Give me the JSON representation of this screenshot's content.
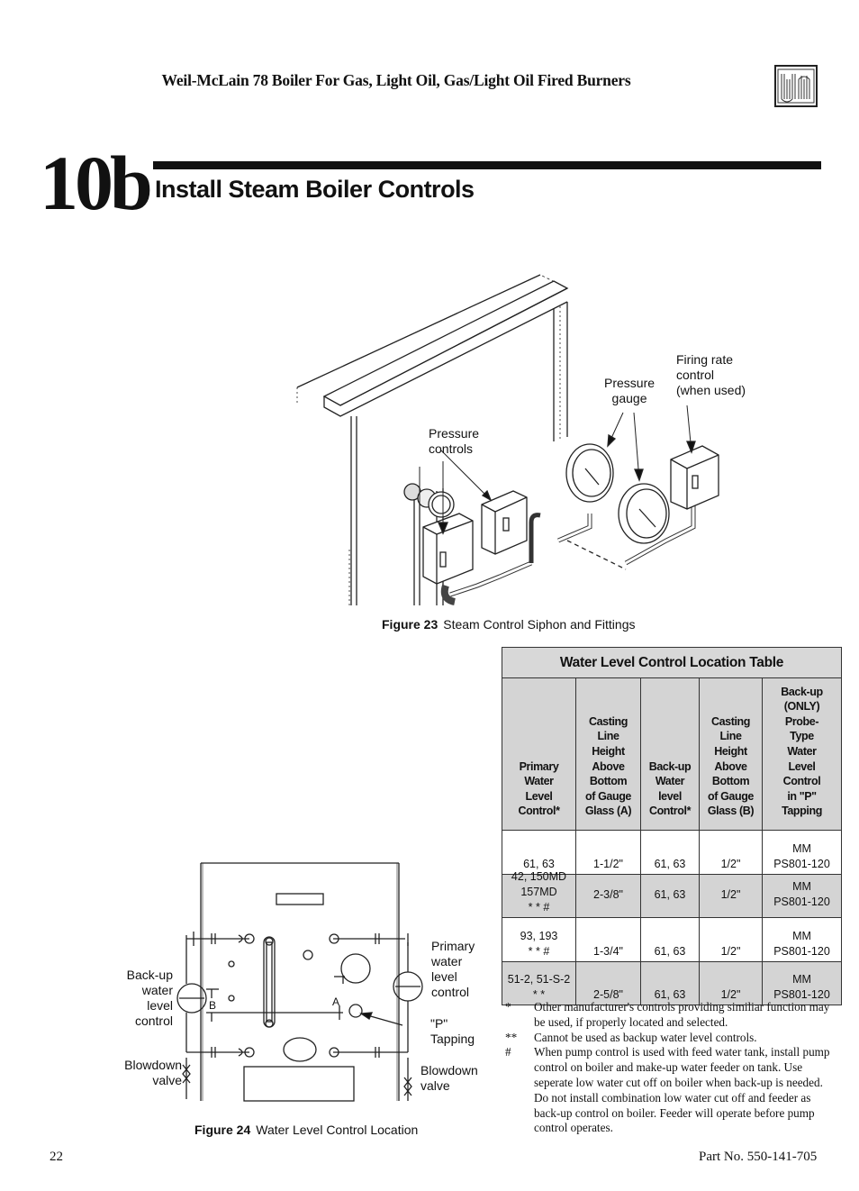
{
  "header": {
    "title": "Weil-McLain 78 Boiler For Gas, Light Oil, Gas/Light Oil Fired Burners"
  },
  "section": {
    "number": "10b",
    "title": "Install Steam Boiler Controls"
  },
  "figure23": {
    "label": "Figure 23",
    "caption": "Steam Control Siphon and Fittings",
    "callouts": {
      "pressure_controls": [
        "Pressure",
        "controls"
      ],
      "pressure_gauge": [
        "Pressure",
        "gauge"
      ],
      "firing_rate": [
        "Firing rate",
        "control",
        "(when used)"
      ]
    }
  },
  "figure24": {
    "label": "Figure 24",
    "caption": "Water Level Control Location",
    "callouts": {
      "backup_control": [
        "Back-up",
        "water",
        "level",
        "control"
      ],
      "primary_control": [
        "Primary",
        "water",
        "level",
        "control"
      ],
      "p_tapping": [
        "\"P\"",
        "Tapping"
      ],
      "blowdown_left": [
        "Blowdown",
        "valve"
      ],
      "blowdown_right": [
        "Blowdown",
        "valve"
      ],
      "letter_b": "B",
      "letter_a": "A"
    }
  },
  "table": {
    "title": "Water Level Control Location Table",
    "headers": [
      [
        "Primary",
        "Water",
        "Level",
        "Control*"
      ],
      [
        "Casting",
        "Line",
        "Height",
        "Above",
        "Bottom",
        "of Gauge",
        "Glass (A)"
      ],
      [
        "Back-up",
        "Water",
        "level",
        "Control*"
      ],
      [
        "Casting",
        "Line",
        "Height",
        "Above",
        "Bottom",
        "of Gauge",
        "Glass (B)"
      ],
      [
        "Back-up",
        "(ONLY)",
        "Probe-",
        "Type",
        "Water",
        "Level",
        "Control",
        "in \"P\"",
        "Tapping"
      ]
    ],
    "rows": [
      {
        "primary": "61, 63",
        "height_a": "1-1/2\"",
        "backup": "61, 63",
        "height_b": "1/2\"",
        "probe": "MM\nPS801-120",
        "shaded": false
      },
      {
        "primary": "42, 150MD\n157MD\n* * #",
        "height_a": "2-3/8\"",
        "backup": "61, 63",
        "height_b": "1/2\"",
        "probe": "MM\nPS801-120",
        "shaded": true
      },
      {
        "primary": "93, 193\n* * #",
        "height_a": "1-3/4\"",
        "backup": "61, 63",
        "height_b": "1/2\"",
        "probe": "MM\nPS801-120",
        "shaded": false
      },
      {
        "primary": "51-2, 51-S-2\n* *",
        "height_a": "2-5/8\"",
        "backup": "61, 63",
        "height_b": "1/2\"",
        "probe": "MM\nPS801-120",
        "shaded": true
      }
    ]
  },
  "notes": [
    {
      "mark": "*",
      "text": "Other manufacturer's controls providing similiar function may be used, if properly located and selected."
    },
    {
      "mark": "**",
      "text": "Cannot be used as backup water level controls."
    },
    {
      "mark": "#",
      "text": "When pump control is used with feed water tank, install pump control on boiler and make-up water feeder on tank. Use seperate low water cut off on boiler when back-up is needed. Do not install combination low water cut off and feeder as back-up control on boiler. Feeder will operate before pump control operates."
    }
  ],
  "footer": {
    "page": "22",
    "part": "Part No. 550-141-705"
  }
}
